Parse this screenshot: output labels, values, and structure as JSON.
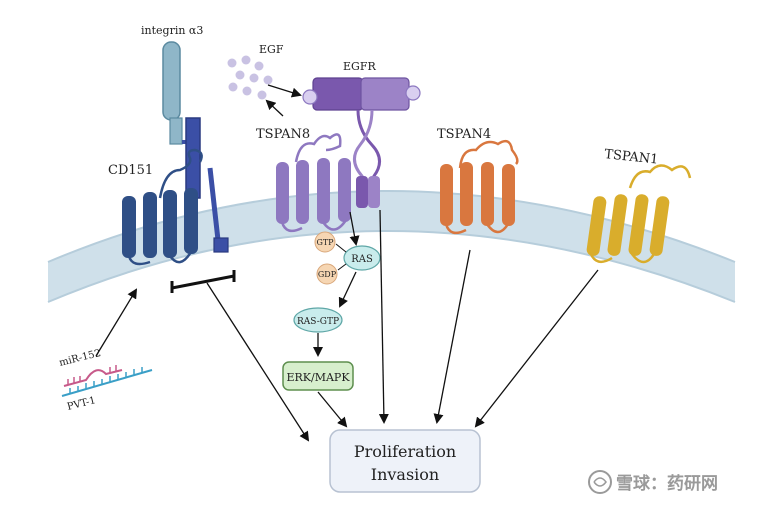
{
  "proteins": {
    "integrin": "integrin α3",
    "cd151": "CD151",
    "egf": "EGF",
    "egfr": "EGFR",
    "tspan8": "TSPAN8",
    "tspan4": "TSPAN4",
    "tspan1": "TSPAN1"
  },
  "signaling": {
    "gtp": "GTP",
    "gdp": "GDP",
    "ras": "RAS",
    "ras_gtp": "RAS-GTP",
    "erk_mapk": "ERK/MAPK"
  },
  "rna": {
    "mir": "miR-152",
    "pvt": "PVT-1"
  },
  "outcome": {
    "line1": "Proliferation",
    "line2": "Invasion"
  },
  "watermark": {
    "text": "雪球：药研网"
  },
  "colors": {
    "membrane": "#cfe0ea",
    "cd151": "#2f4f86",
    "integrin": "#3b4fa6",
    "integrin_head": "#8fb6c8",
    "egfr": "#8a6bb8",
    "tspan8": "#8e78c0",
    "tspan4": "#d9773f",
    "tspan1": "#d9ad2c",
    "ras": "#c9ecec",
    "erk": "#d7efcd"
  }
}
